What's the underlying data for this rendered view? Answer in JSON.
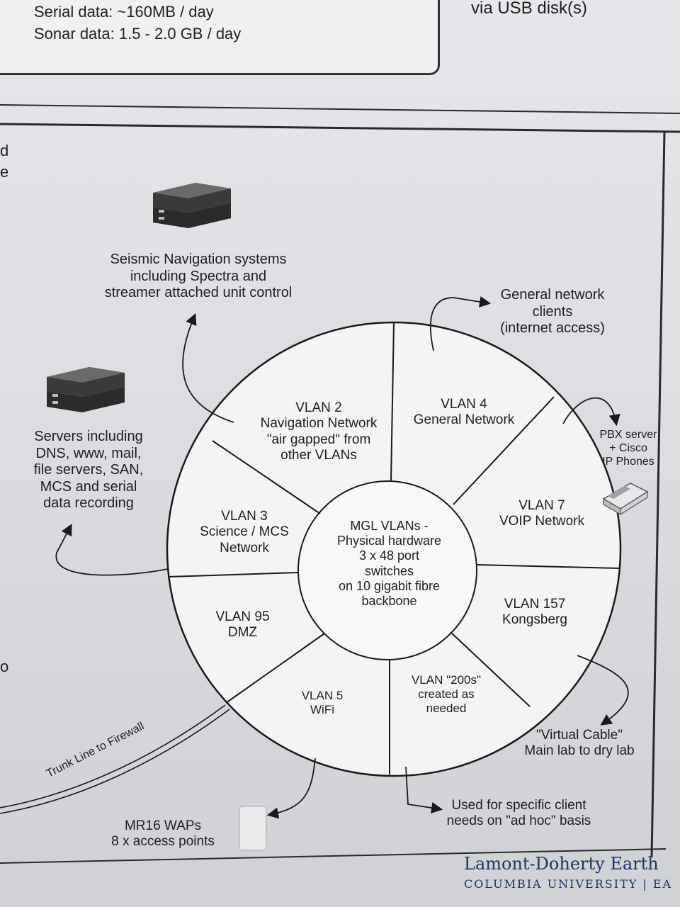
{
  "top": {
    "serial_line": "Serial data: ~160MB / day",
    "sonar_line": "Sonar data: 1.5 - 2.0 GB / day",
    "usb_note": "via USB disk(s)"
  },
  "left_edge": {
    "frag1": "d",
    "frag2": "e",
    "frag3": "o"
  },
  "center": {
    "text": "MGL VLANs -\nPhysical hardware\n3 x 48 port\nswitches\non 10 gigabit fibre\nbackbone"
  },
  "vlans": {
    "v2": "VLAN 2\nNavigation Network\n\"air gapped\" from\nother VLANs",
    "v4": "VLAN 4\nGeneral Network",
    "v7": "VLAN 7\nVOIP Network",
    "v157": "VLAN 157\nKongsberg",
    "v200": "VLAN \"200s\"\ncreated as\nneeded",
    "v5": "VLAN 5\nWiFi",
    "v95": "VLAN 95\nDMZ",
    "v3": "VLAN 3\nScience / MCS\nNetwork"
  },
  "labels": {
    "seismic": "Seismic Navigation systems\nincluding Spectra and\nstreamer attached unit control",
    "general_clients": "General network\nclients\n(internet access)",
    "pbx": "PBX server\n+ Cisco\nIP Phones",
    "servers": "Servers including\nDNS, www, mail,\nfile servers, SAN,\nMCS and serial\ndata recording",
    "virtual_cable": "\"Virtual Cable\"\nMain lab to dry lab",
    "adhoc": "Used for specific client\nneeds on \"ad hoc\" basis",
    "waps": "MR16 WAPs\n8 x access points",
    "trunk": "Trunk Line to Firewall"
  },
  "logo": {
    "line1": "Lamont-Doherty Earth",
    "line2": "COLUMBIA UNIVERSITY | EA"
  },
  "icons": [
    "server-rack-icon",
    "ip-phone-icon",
    "arrow-icon"
  ]
}
